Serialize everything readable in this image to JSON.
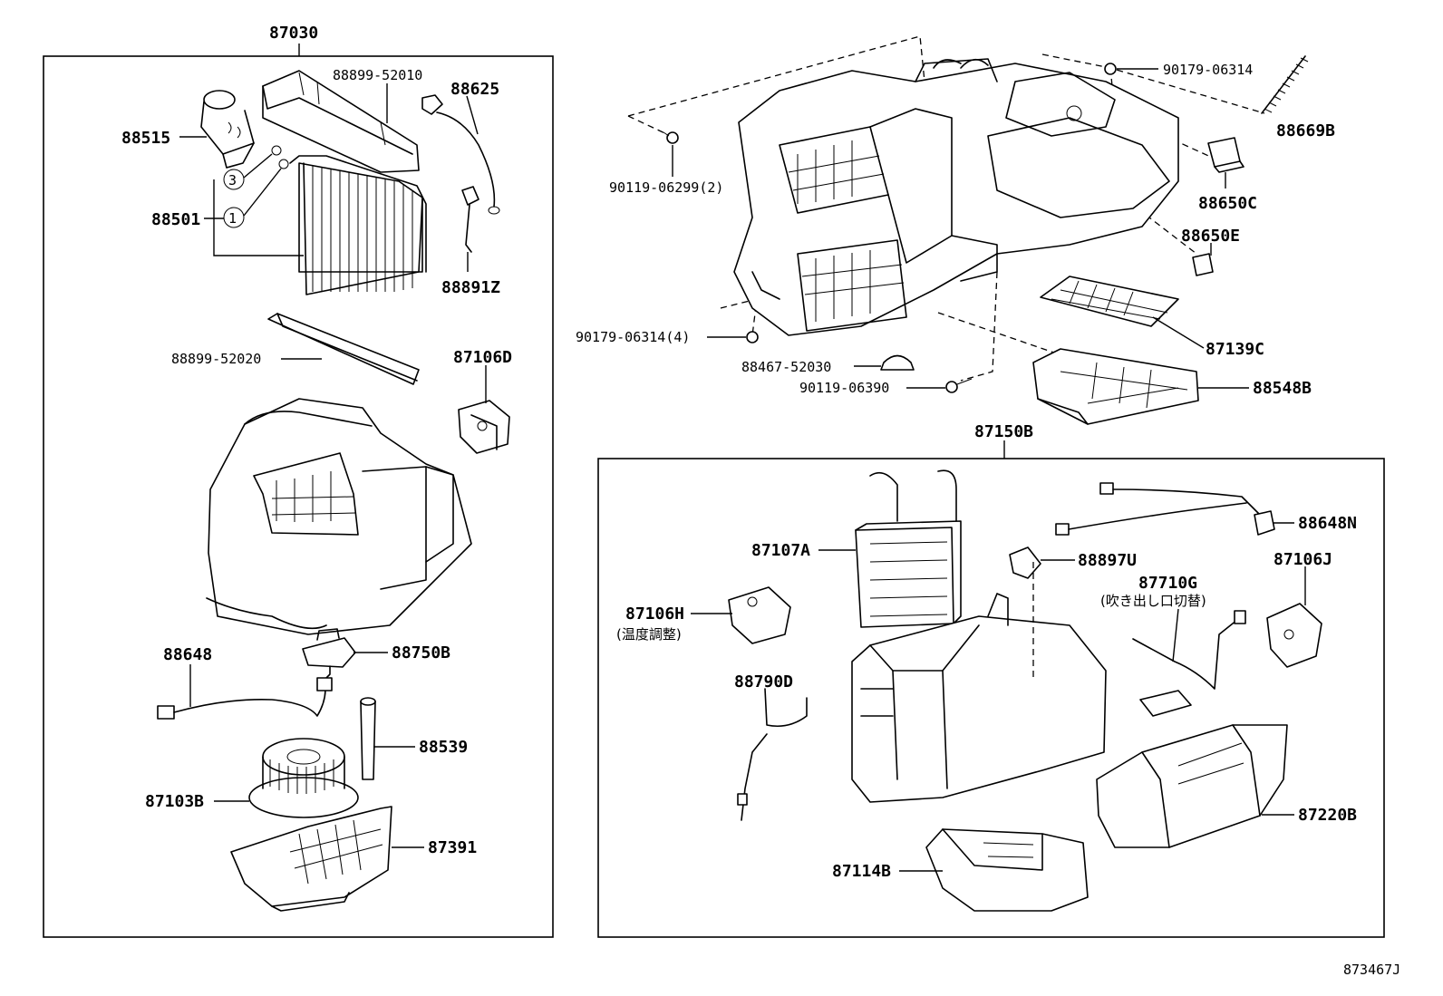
{
  "diagram": {
    "ref_code": "873467J",
    "groups": {
      "left_assembly": "87030",
      "right_assembly": "87150B"
    },
    "callouts": [
      {
        "id": "88899_52010",
        "text": "88899-52010"
      },
      {
        "id": "88625",
        "text": "88625"
      },
      {
        "id": "88515",
        "text": "88515"
      },
      {
        "id": "88501",
        "text": "88501"
      },
      {
        "id": "88891Z",
        "text": "88891Z"
      },
      {
        "id": "88899_52020",
        "text": "88899-52020"
      },
      {
        "id": "87106D",
        "text": "87106D"
      },
      {
        "id": "88648",
        "text": "88648"
      },
      {
        "id": "88750B",
        "text": "88750B"
      },
      {
        "id": "88539",
        "text": "88539"
      },
      {
        "id": "87103B",
        "text": "87103B"
      },
      {
        "id": "87391",
        "text": "87391"
      },
      {
        "id": "90179_06314",
        "text": "90179-06314"
      },
      {
        "id": "88669B",
        "text": "88669B"
      },
      {
        "id": "90119_06299",
        "text": "90119-06299(2)"
      },
      {
        "id": "88650C",
        "text": "88650C"
      },
      {
        "id": "88650E",
        "text": "88650E"
      },
      {
        "id": "90179_06314_4",
        "text": "90179-06314(4)"
      },
      {
        "id": "87139C",
        "text": "87139C"
      },
      {
        "id": "88467_52030",
        "text": "88467-52030"
      },
      {
        "id": "88548B",
        "text": "88548B"
      },
      {
        "id": "90119_06390",
        "text": "90119-06390"
      },
      {
        "id": "88648N",
        "text": "88648N"
      },
      {
        "id": "87107A",
        "text": "87107A"
      },
      {
        "id": "88897U",
        "text": "88897U"
      },
      {
        "id": "87710G",
        "text": "87710G"
      },
      {
        "id": "87710G_note",
        "text": "(吹き出し口切替)"
      },
      {
        "id": "87106J",
        "text": "87106J"
      },
      {
        "id": "87106H",
        "text": "87106H"
      },
      {
        "id": "87106H_note",
        "text": "(温度調整)"
      },
      {
        "id": "88790D",
        "text": "88790D"
      },
      {
        "id": "87220B",
        "text": "87220B"
      },
      {
        "id": "87114B",
        "text": "87114B"
      }
    ],
    "circled_markers": [
      "3",
      "1"
    ]
  }
}
